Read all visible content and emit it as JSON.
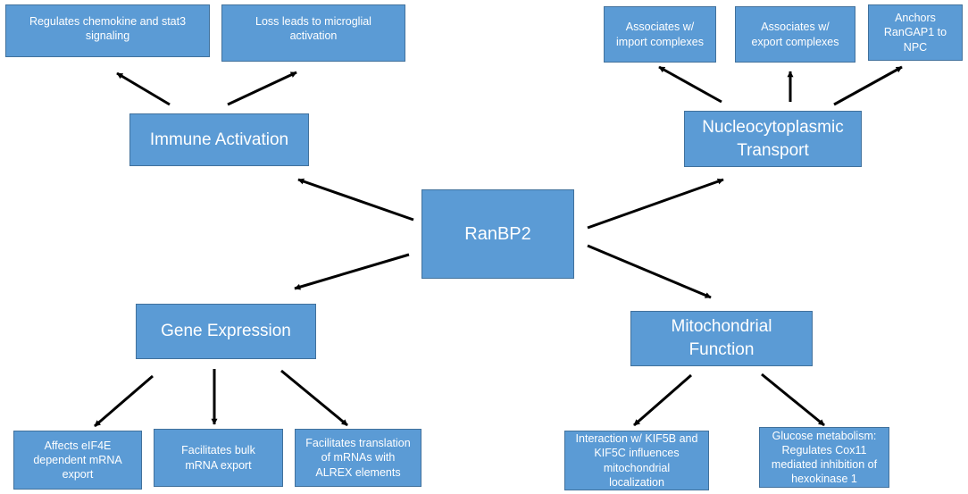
{
  "diagram": {
    "center": {
      "label": "RanBP2"
    },
    "immune": {
      "label": "Immune Activation",
      "children": [
        "Regulates chemokine and stat3\nsignaling",
        "Loss leads to microglial\nactivation"
      ]
    },
    "transport": {
      "label": "Nucleocytoplasmic\nTransport",
      "children": [
        "Associates w/\nimport  complexes",
        "Associates w/\nexport complexes",
        "Anchors\nRanGAP1 to\nNPC"
      ]
    },
    "gene": {
      "label": "Gene Expression",
      "children": [
        "Affects eIF4E\ndependent  mRNA\nexport",
        "Facilitates bulk\nmRNA export",
        "Facilitates translation\nof mRNAs with\nALREX elements"
      ]
    },
    "mito": {
      "label": "Mitochondrial\nFunction",
      "children": [
        "Interaction w/ KIF5B and\nKIF5C influences\nmitochondrial\nlocalization",
        "Glucose metabolism:\nRegulates Cox11\nmediated inhibition of\nhexokinase 1"
      ]
    },
    "colors": {
      "box_fill": "#5b9bd5",
      "box_border": "#41719c",
      "text": "#ffffff",
      "arrow": "#000000"
    }
  }
}
